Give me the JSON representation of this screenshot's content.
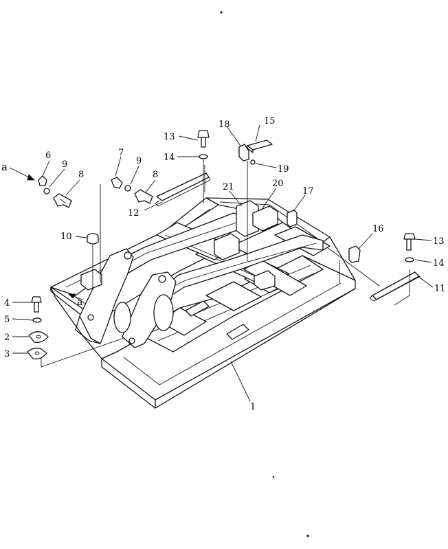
{
  "diagram": {
    "callouts": [
      {
        "id": "c1",
        "label": "1"
      },
      {
        "id": "c2",
        "label": "2"
      },
      {
        "id": "c3",
        "label": "3"
      },
      {
        "id": "c4",
        "label": "4"
      },
      {
        "id": "c5",
        "label": "5"
      },
      {
        "id": "c6",
        "label": "6"
      },
      {
        "id": "c7",
        "label": "7"
      },
      {
        "id": "c8a",
        "label": "8"
      },
      {
        "id": "c8b",
        "label": "8"
      },
      {
        "id": "c9a",
        "label": "9"
      },
      {
        "id": "c9b",
        "label": "9"
      },
      {
        "id": "c10",
        "label": "10"
      },
      {
        "id": "c11",
        "label": "11"
      },
      {
        "id": "c12",
        "label": "12"
      },
      {
        "id": "c13a",
        "label": "13"
      },
      {
        "id": "c13b",
        "label": "13"
      },
      {
        "id": "c14a",
        "label": "14"
      },
      {
        "id": "c14b",
        "label": "14"
      },
      {
        "id": "c15",
        "label": "15"
      },
      {
        "id": "c16",
        "label": "16"
      },
      {
        "id": "c17",
        "label": "17"
      },
      {
        "id": "c18",
        "label": "18"
      },
      {
        "id": "c19",
        "label": "19"
      },
      {
        "id": "c20",
        "label": "20"
      },
      {
        "id": "c21",
        "label": "21"
      }
    ],
    "view_markers": [
      {
        "id": "va1",
        "label": "a"
      },
      {
        "id": "va2",
        "label": "a"
      }
    ]
  }
}
